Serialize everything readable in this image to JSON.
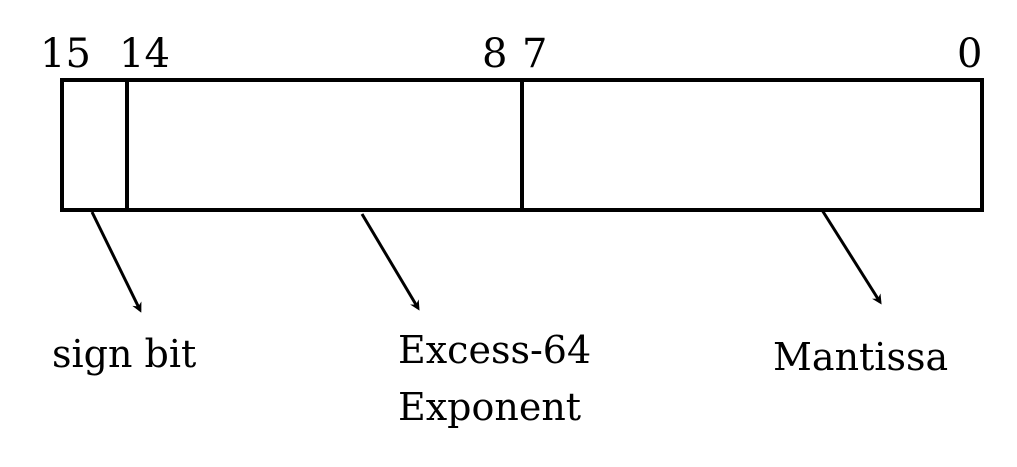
{
  "bit_labels": {
    "b15": "15",
    "b14": "14",
    "b8": "8",
    "b7": "7",
    "b0": "0"
  },
  "fields": {
    "sign": "sign bit",
    "exponent_line1": "Excess-64",
    "exponent_line2": "Exponent",
    "mantissa": "Mantissa"
  },
  "colors": {
    "stroke": "#000000",
    "background": "#ffffff"
  }
}
